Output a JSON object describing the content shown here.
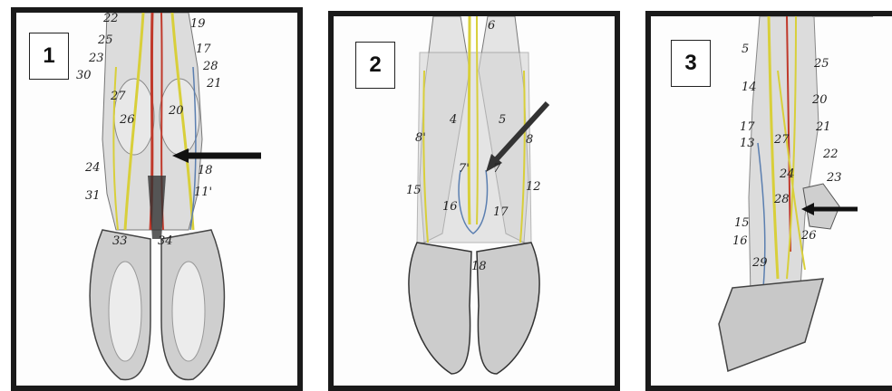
{
  "panels": [
    {
      "number": "1",
      "labels": [
        "22",
        "19",
        "25",
        "17",
        "23",
        "28",
        "30",
        "21",
        "27",
        "20",
        "26",
        "24",
        "18",
        "31",
        "11'",
        "33",
        "34"
      ]
    },
    {
      "number": "2",
      "labels": [
        "6",
        "4",
        "5",
        "8'",
        "8",
        "7'",
        "7",
        "15",
        "12",
        "16",
        "17",
        "18"
      ]
    },
    {
      "number": "3",
      "labels": [
        "5",
        "25",
        "14",
        "20",
        "17",
        "21",
        "13",
        "27",
        "22",
        "24",
        "23",
        "28",
        "15",
        "26",
        "16",
        "29"
      ]
    }
  ],
  "colors": {
    "frame": "#1a1a1a",
    "artery": "#c0392b",
    "nerve": "#d8cf3a",
    "vein": "#5b7fb0",
    "bone": "#d9d9d9",
    "arrow": "#111111"
  },
  "icons": [
    "arrow-pointer-icon"
  ]
}
